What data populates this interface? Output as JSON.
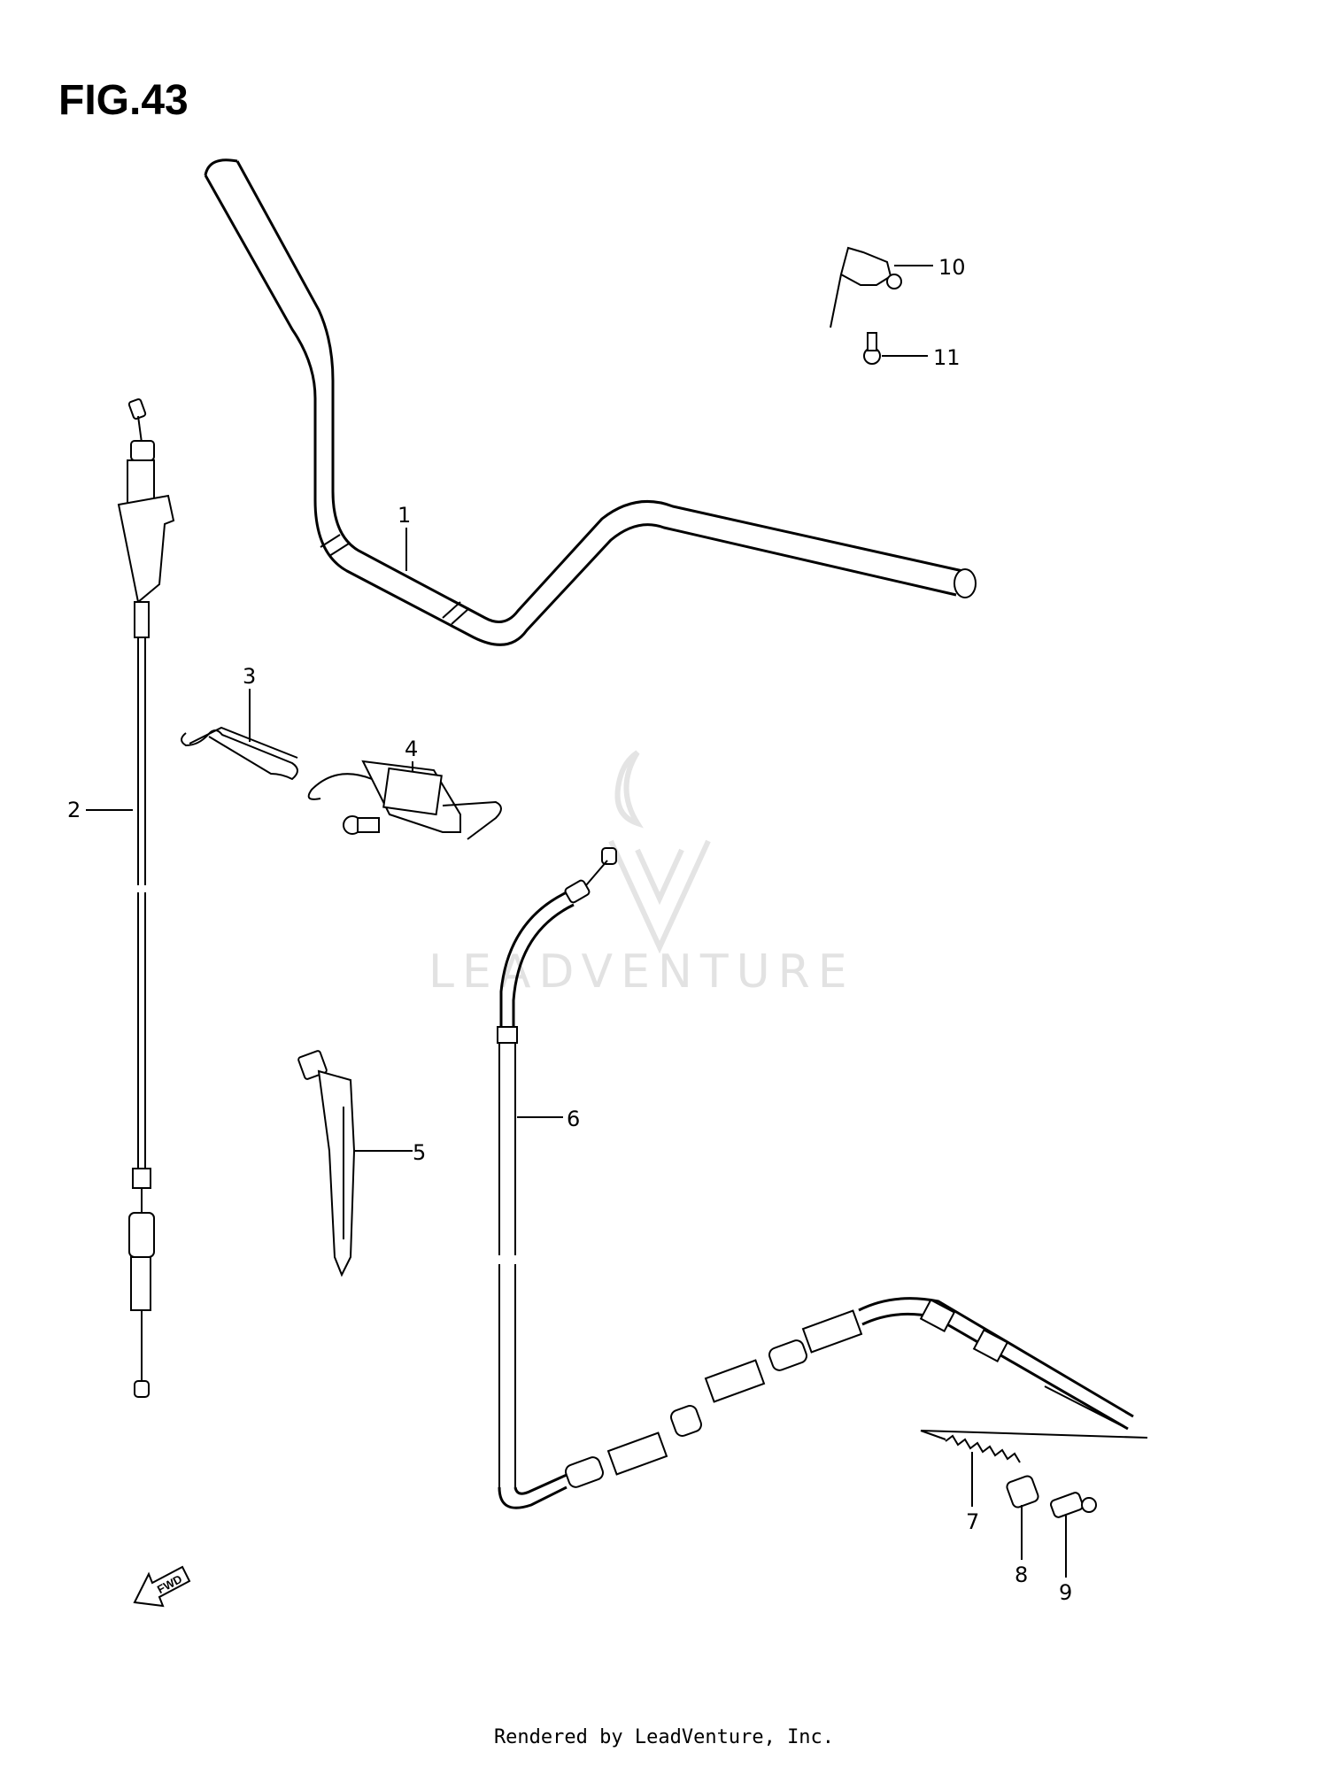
{
  "figure": {
    "title": "FIG.43"
  },
  "parts": [
    {
      "number": "1"
    },
    {
      "number": "2"
    },
    {
      "number": "3"
    },
    {
      "number": "4"
    },
    {
      "number": "5"
    },
    {
      "number": "6"
    },
    {
      "number": "7"
    },
    {
      "number": "8"
    },
    {
      "number": "9"
    },
    {
      "number": "10"
    },
    {
      "number": "11"
    }
  ],
  "direction_badge": {
    "text": "FWD"
  },
  "watermark": {
    "text": "LEADVENTURE"
  },
  "footer": {
    "text": "Rendered by LeadVenture, Inc."
  }
}
